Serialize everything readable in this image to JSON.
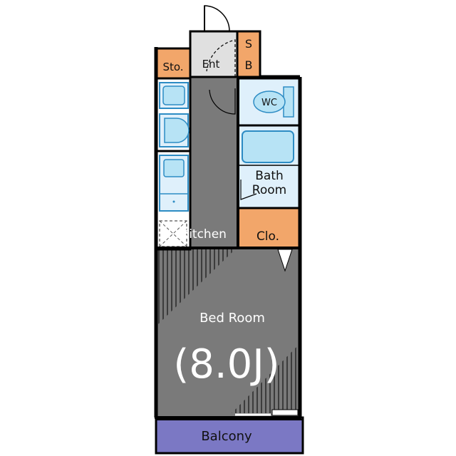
{
  "rooms": {
    "storage": "Sto.",
    "entrance": "Ent",
    "shoe_box_top": "S",
    "shoe_box_bottom": "B",
    "wc": "WC",
    "bath_line1": "Bath",
    "bath_line2": "Room",
    "kitchen": "Kitchen",
    "closet": "Clo.",
    "bedroom": "Bed Room",
    "bedroom_size": "(8.0J)",
    "balcony": "Balcony"
  },
  "colors": {
    "wall": "#000000",
    "floor": "#7a7a7a",
    "storage_fill": "#f2a66a",
    "water_fill": "#dff0fb",
    "fixture_fill": "#b7e3f5",
    "fixture_stroke": "#2d8cc4",
    "balcony_fill": "#7b78c4",
    "entrance_fill": "#e0e0e0"
  }
}
